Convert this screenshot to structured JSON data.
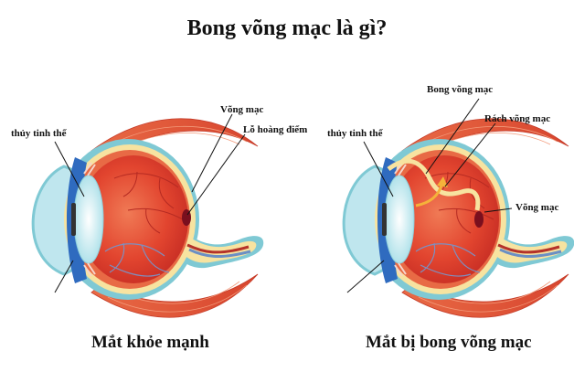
{
  "title": "Bong võng mạc là gì?",
  "left_panel": {
    "caption": "Mắt khỏe mạnh",
    "labels": {
      "lens": "thủy tinh thể",
      "retina": "Võng mạc",
      "macula_hole": "Lỗ hoàng điểm"
    }
  },
  "right_panel": {
    "caption": "Mắt bị bong võng mạc",
    "labels": {
      "lens": "thủy tinh thể",
      "detached_retina": "Bong võng mạc",
      "retinal_tear": "Rách võng mạc",
      "retina": "Võng mạc"
    }
  },
  "colors": {
    "sclera_outline": "#7fc9d4",
    "retina_layer": "#f7e3a0",
    "eye_interior": "#e2452f",
    "muscle": "#e0573a",
    "iris": "#2f6bbf",
    "cornea": "#bfe6ee",
    "lens": "#c9eef3",
    "macula": "#7a0f1e",
    "tear_arrow": "#f5b23a"
  }
}
